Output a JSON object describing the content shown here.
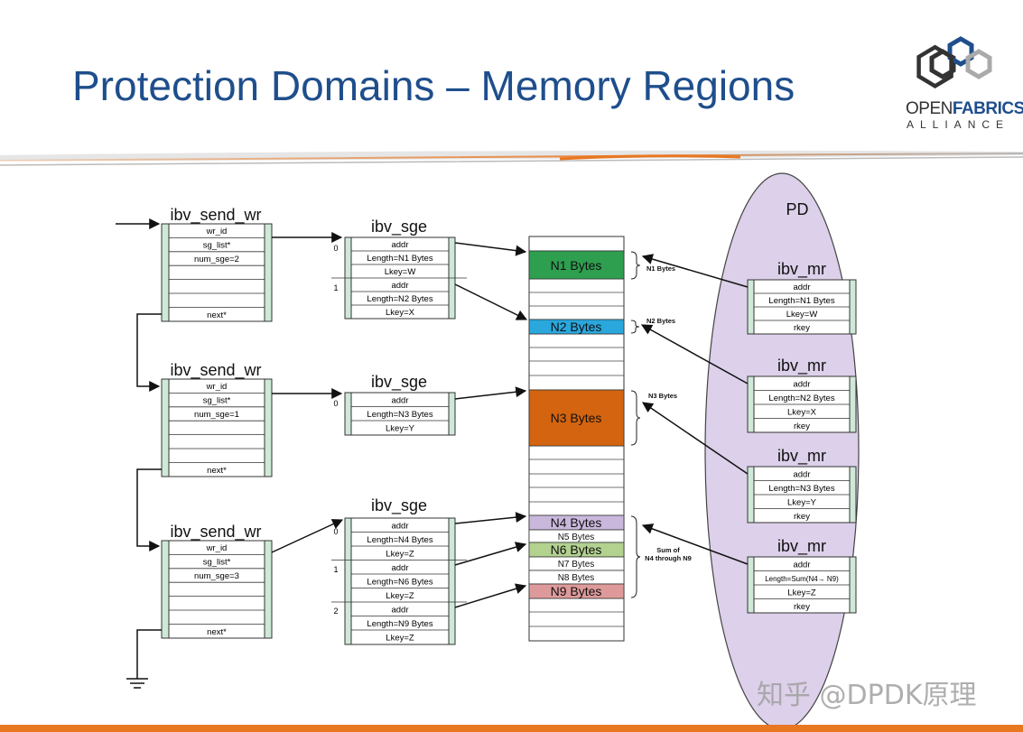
{
  "slide": {
    "title": "Protection Domains – Memory Regions",
    "logo_line1_a": "OPEN",
    "logo_line1_b": "FABRICS",
    "logo_line2": "ALLIANCE",
    "watermark": "知乎 @DPDK原理"
  },
  "colors": {
    "title": "#1f4e8c",
    "accent_orange": "#e87722",
    "struct_side": "#cfe8d8",
    "pd_fill": "#dcd0ea",
    "n1": "#2e9e4f",
    "n2": "#2aa7dd",
    "n3": "#d4640f",
    "n4": "#c9b8dc",
    "n6": "#b3d18f",
    "n9": "#de9a9a"
  },
  "diagram": {
    "pd_label": "PD",
    "wrs": [
      {
        "title": "ibv_send_wr",
        "rows": [
          "wr_id",
          "sg_list*",
          "num_sge=2",
          "",
          "",
          "",
          "next*"
        ]
      },
      {
        "title": "ibv_send_wr",
        "rows": [
          "wr_id",
          "sg_list*",
          "num_sge=1",
          "",
          "",
          "",
          "next*"
        ]
      },
      {
        "title": "ibv_send_wr",
        "rows": [
          "wr_id",
          "sg_list*",
          "num_sge=3",
          "",
          "",
          "",
          "next*"
        ]
      }
    ],
    "sges": [
      {
        "title": "ibv_sge",
        "rows": [
          "addr",
          "Length=N1 Bytes",
          "Lkey=W",
          "addr",
          "Length=N2 Bytes",
          "Lkey=X"
        ],
        "indices": [
          "0",
          "1"
        ]
      },
      {
        "title": "ibv_sge",
        "rows": [
          "addr",
          "Length=N3 Bytes",
          "Lkey=Y"
        ],
        "indices": [
          "0"
        ]
      },
      {
        "title": "ibv_sge",
        "rows": [
          "addr",
          "Length=N4 Bytes",
          "Lkey=Z",
          "addr",
          "Length=N6 Bytes",
          "Lkey=Z",
          "addr",
          "Length=N9 Bytes",
          "Lkey=Z"
        ],
        "indices": [
          "0",
          "1",
          "2"
        ]
      }
    ],
    "memory_labels": {
      "n1": "N1 Bytes",
      "n2": "N2 Bytes",
      "n3": "N3 Bytes",
      "n4": "N4 Bytes",
      "n5": "N5 Bytes",
      "n6": "N6 Bytes",
      "n7": "N7 Bytes",
      "n8": "N8 Bytes",
      "n9": "N9 Bytes"
    },
    "brace_labels": {
      "n1": "N1 Bytes",
      "n2": "N2 Bytes",
      "n3": "N3 Bytes",
      "sum_line1": "Sum of",
      "sum_line2": "N4 through N9"
    },
    "mrs": [
      {
        "title": "ibv_mr",
        "rows": [
          "addr",
          "Length=N1 Bytes",
          "Lkey=W",
          "rkey"
        ]
      },
      {
        "title": "ibv_mr",
        "rows": [
          "addr",
          "Length=N2 Bytes",
          "Lkey=X",
          "rkey"
        ]
      },
      {
        "title": "ibv_mr",
        "rows": [
          "addr",
          "Length=N3 Bytes",
          "Lkey=Y",
          "rkey"
        ]
      },
      {
        "title": "ibv_mr",
        "rows": [
          "addr",
          "Length=Sum(N4→ N9)",
          "Lkey=Z",
          "rkey"
        ]
      }
    ]
  }
}
